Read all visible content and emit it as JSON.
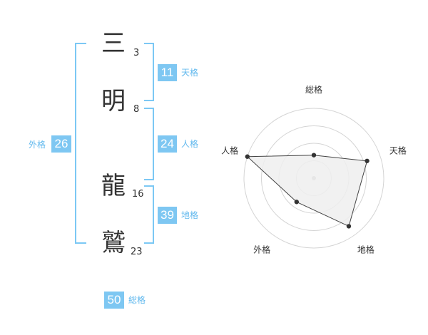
{
  "name": {
    "chars": [
      {
        "char": "三",
        "strokes": "3"
      },
      {
        "char": "明",
        "strokes": "8"
      },
      {
        "char": "龍",
        "strokes": "16"
      },
      {
        "char": "鷲",
        "strokes": "23"
      }
    ]
  },
  "scores": {
    "tenkaku": {
      "label": "天格",
      "value": "11"
    },
    "jinkaku": {
      "label": "人格",
      "value": "24"
    },
    "chikaku": {
      "label": "地格",
      "value": "39"
    },
    "gaikaku": {
      "label": "外格",
      "value": "26"
    },
    "soukaku": {
      "label": "総格",
      "value": "50"
    }
  },
  "chart_data": {
    "type": "radar",
    "axes": [
      "総格",
      "天格",
      "地格",
      "外格",
      "人格"
    ],
    "values": [
      0.33,
      0.8,
      0.85,
      0.42,
      1.0
    ],
    "range": [
      0,
      1
    ],
    "rings": 4,
    "colors": {
      "fill": "#efefef",
      "line": "#444444",
      "grid": "#d4d4d4",
      "center": "#b5b5b5"
    }
  },
  "colors": {
    "accent": "#7ec7f2",
    "bracket": "#7cc8f4",
    "tag_text": "#62b9ee"
  }
}
